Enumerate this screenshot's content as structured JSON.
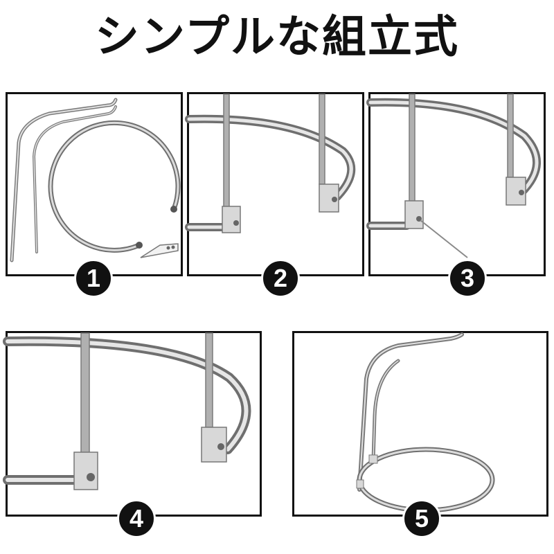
{
  "title": "シンプルな組立式",
  "steps": [
    {
      "number": "1"
    },
    {
      "number": "2"
    },
    {
      "number": "3"
    },
    {
      "number": "4"
    },
    {
      "number": "5"
    }
  ],
  "colors": {
    "border": "#111111",
    "badge_fill": "#111111",
    "badge_text": "#ffffff",
    "metal_light": "#e4e4e4",
    "metal_mid": "#a9a9a9",
    "metal_dark": "#6f6f6f"
  }
}
